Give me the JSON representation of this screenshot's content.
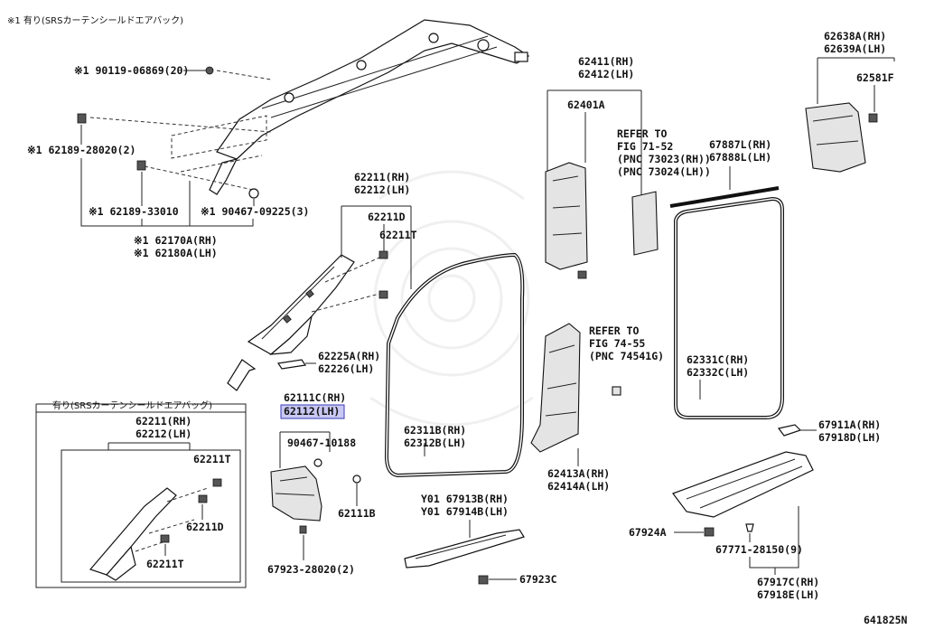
{
  "diagram": {
    "drawing_code": "641825N",
    "notes": {
      "top_note": "※1 有り(SRSカーテンシールドエアバック)",
      "inset_title": "有り(SRSカーテンシールドエアバッグ)"
    },
    "labels": {
      "l_90119": "※1 90119-06869(20)",
      "l_62189_28020": "※1 62189-28020(2)",
      "l_62189_33010": "※1 62189-33010",
      "l_90467_09225": "※1 90467-09225(3)",
      "l_62170A": "※1 62170A(RH)",
      "l_62180A": "※1 62180A(LH)",
      "l_62211_rh": "62211(RH)",
      "l_62212_lh": "62212(LH)",
      "l_62211D": "62211D",
      "l_62211T": "62211T",
      "l_62225A": "62225A(RH)",
      "l_62226": "62226(LH)",
      "l_62111C": "62111C(RH)",
      "l_62112": "62112(LH)",
      "l_90467_10188": "90467-10188",
      "l_62111B": "62111B",
      "l_67923_28020": "67923-28020(2)",
      "l_inset_62211": "62211(RH)",
      "l_inset_62212": "62212(LH)",
      "l_inset_62211T_a": "62211T",
      "l_inset_62211D": "62211D",
      "l_inset_62211T_b": "62211T",
      "l_62411": "62411(RH)",
      "l_62412": "62412(LH)",
      "l_62401A": "62401A",
      "l_refer1_a": "REFER TO",
      "l_refer1_b": "FIG 71-52",
      "l_refer1_c": "(PNC 73023(RH))",
      "l_refer1_d": "(PNC 73024(LH))",
      "l_refer2_a": "REFER TO",
      "l_refer2_b": "FIG 74-55",
      "l_refer2_c": "(PNC 74541G)",
      "l_62311B": "62311B(RH)",
      "l_62312B": "62312B(LH)",
      "l_62413A": "62413A(RH)",
      "l_62414A": "62414A(LH)",
      "l_67913B": "Y01 67913B(RH)",
      "l_67914B": "Y01 67914B(LH)",
      "l_67923C": "67923C",
      "l_62638A": "62638A(RH)",
      "l_62639A": "62639A(LH)",
      "l_62581F": "62581F",
      "l_67887L": "67887L(RH)",
      "l_67888L": "67888L(LH)",
      "l_62331C": "62331C(RH)",
      "l_62332C": "62332C(LH)",
      "l_67911A": "67911A(RH)",
      "l_67918D": "67918D(LH)",
      "l_67924A": "67924A",
      "l_67771": "67771-28150(9)",
      "l_67917C": "67917C(RH)",
      "l_67918E": "67918E(LH)"
    }
  }
}
